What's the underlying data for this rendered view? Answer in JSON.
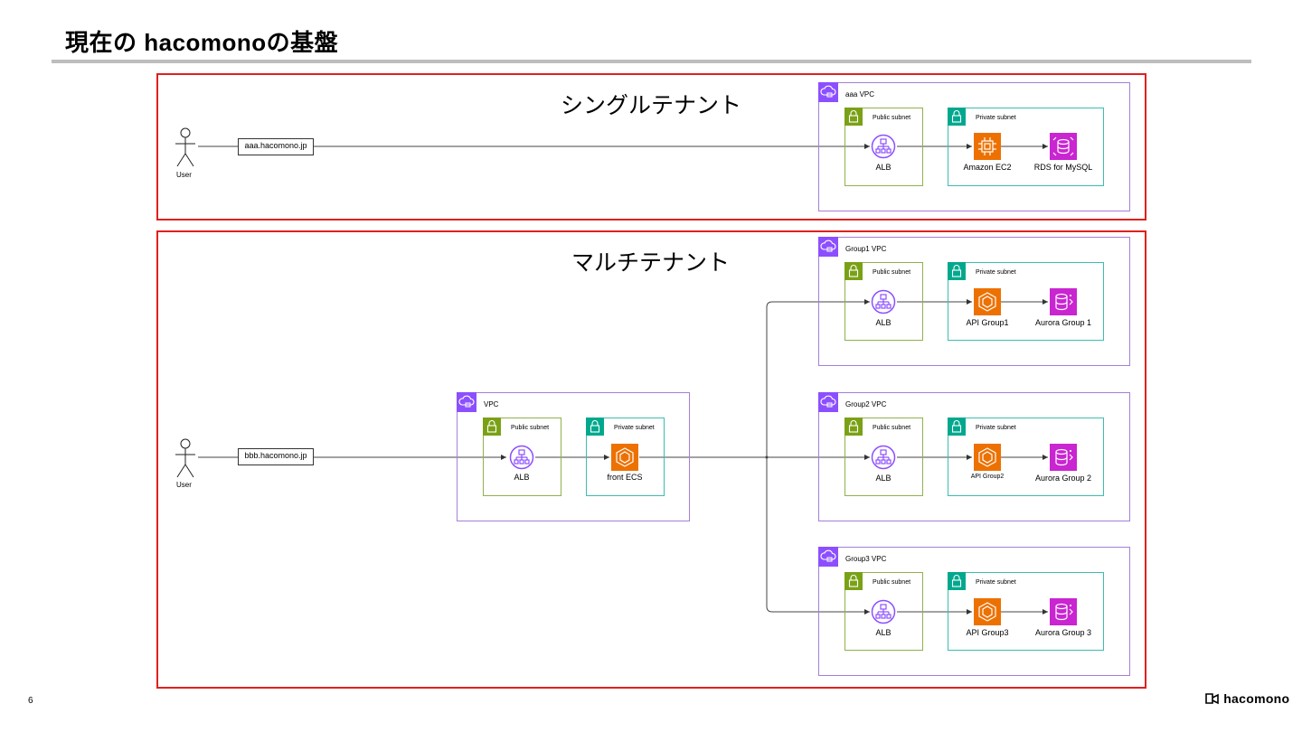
{
  "page": {
    "title": "現在の hacomonoの基盤",
    "page_number": "6",
    "logo_text": "hacomono"
  },
  "single": {
    "title": "シングルテナント",
    "user_label": "User",
    "domain": "aaa.hacomono.jp",
    "vpc": {
      "name": "aaa VPC",
      "public_subnet": "Public subnet",
      "private_subnet": "Private subnet",
      "alb": "ALB",
      "compute": "Amazon EC2",
      "db": "RDS for MySQL"
    }
  },
  "multi": {
    "title": "マルチテナント",
    "user_label": "User",
    "domain": "bbb.hacomono.jp",
    "front_vpc": {
      "name": "VPC",
      "public_subnet": "Public subnet",
      "private_subnet": "Private subnet",
      "alb": "ALB",
      "compute": "front ECS"
    },
    "groups": [
      {
        "name": "Group1 VPC",
        "public_subnet": "Public subnet",
        "private_subnet": "Private subnet",
        "alb": "ALB",
        "api": "API Group1",
        "db": "Aurora Group 1"
      },
      {
        "name": "Group2 VPC",
        "public_subnet": "Public subnet",
        "private_subnet": "Private subnet",
        "alb": "ALB",
        "api": "API Group2",
        "db": "Aurora Group 2"
      },
      {
        "name": "Group3 VPC",
        "public_subnet": "Public subnet",
        "private_subnet": "Private subnet",
        "alb": "ALB",
        "api": "API Group3",
        "db": "Aurora Group 3"
      }
    ]
  },
  "colors": {
    "section_border": "#e0201e",
    "vpc": "#8c4fff",
    "public": "#7aa116",
    "private": "#01a88d",
    "compute": "#ed7100",
    "database": "#c925d1"
  },
  "icons": {
    "vpc": "cloud-lock-icon",
    "subnet": "lock-icon",
    "alb": "load-balancer-icon",
    "ec2": "ec2-chip-icon",
    "ecs": "ecs-container-icon",
    "rds": "rds-database-icon",
    "aurora": "aurora-database-icon",
    "user": "user-stick-figure-icon"
  }
}
